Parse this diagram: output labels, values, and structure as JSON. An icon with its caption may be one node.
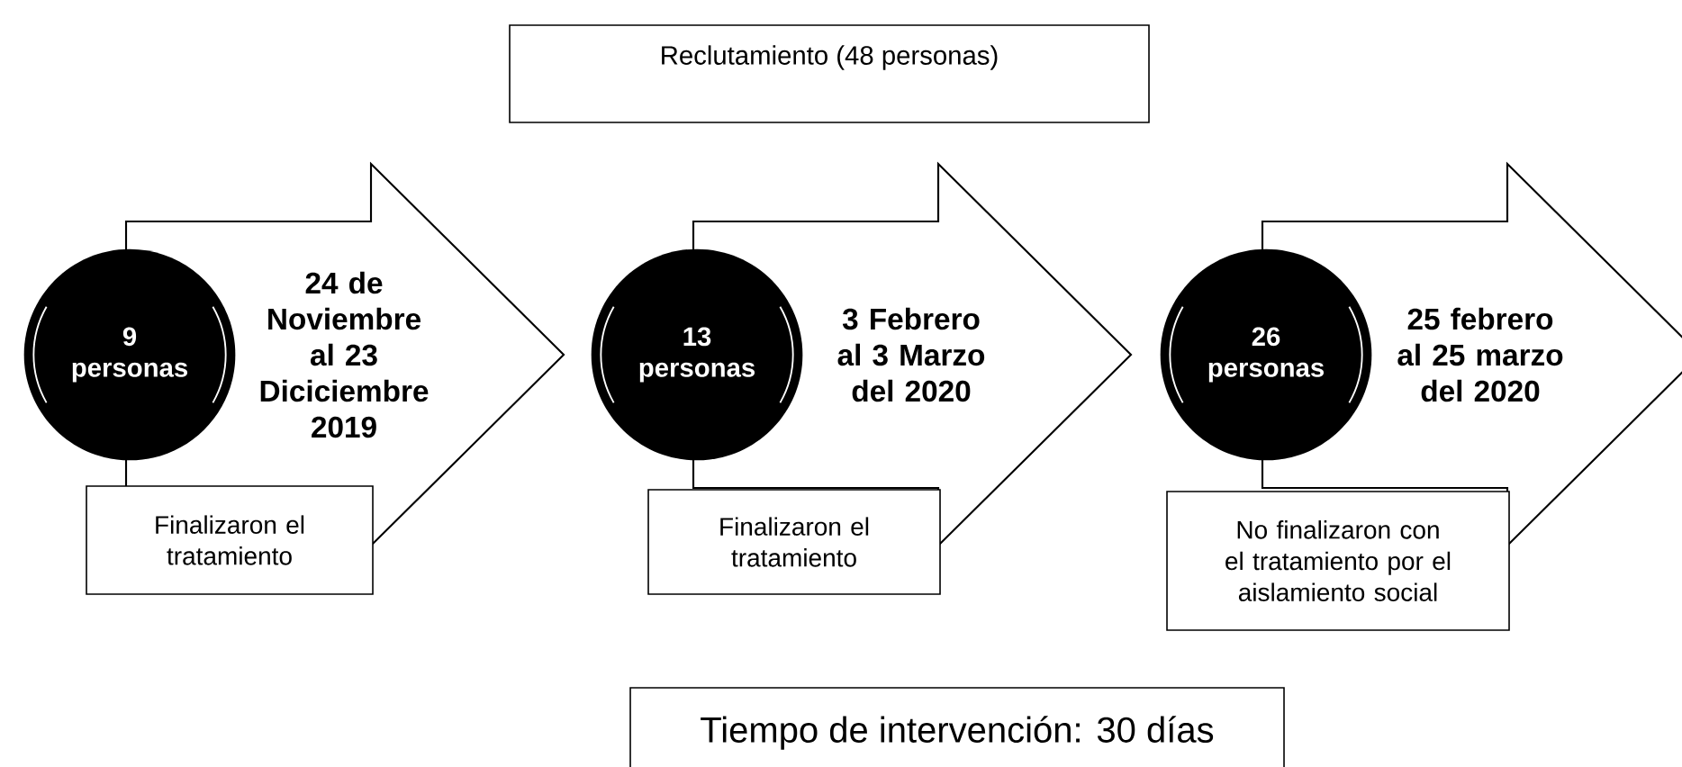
{
  "diagram": {
    "nodes": [
      {
        "text": [
          "Reclutamiento (48 personas)"
        ]
      },
      {
        "text": [
          "24 de Noviembre al 23 Diciciembre 2019"
        ]
      },
      {
        "text": [
          "9 personas"
        ]
      },
      {
        "text": [
          "Finalizaron el tratamiento"
        ]
      },
      {
        "text": [
          "3 Febrero al 3 Marzo del 2020"
        ]
      },
      {
        "text": [
          "13 personas"
        ]
      },
      {
        "text": [
          "Finalizaron el tratamiento"
        ]
      },
      {
        "text": [
          "25 febrero al 25 marzo del 2020"
        ]
      },
      {
        "text": [
          "26 personas"
        ]
      },
      {
        "text": [
          "No finalizaron con el tratamiento por el aislamiento social"
        ]
      },
      {
        "text": [
          "Tiempo de intervención: 30 días"
        ]
      }
    ]
  }
}
